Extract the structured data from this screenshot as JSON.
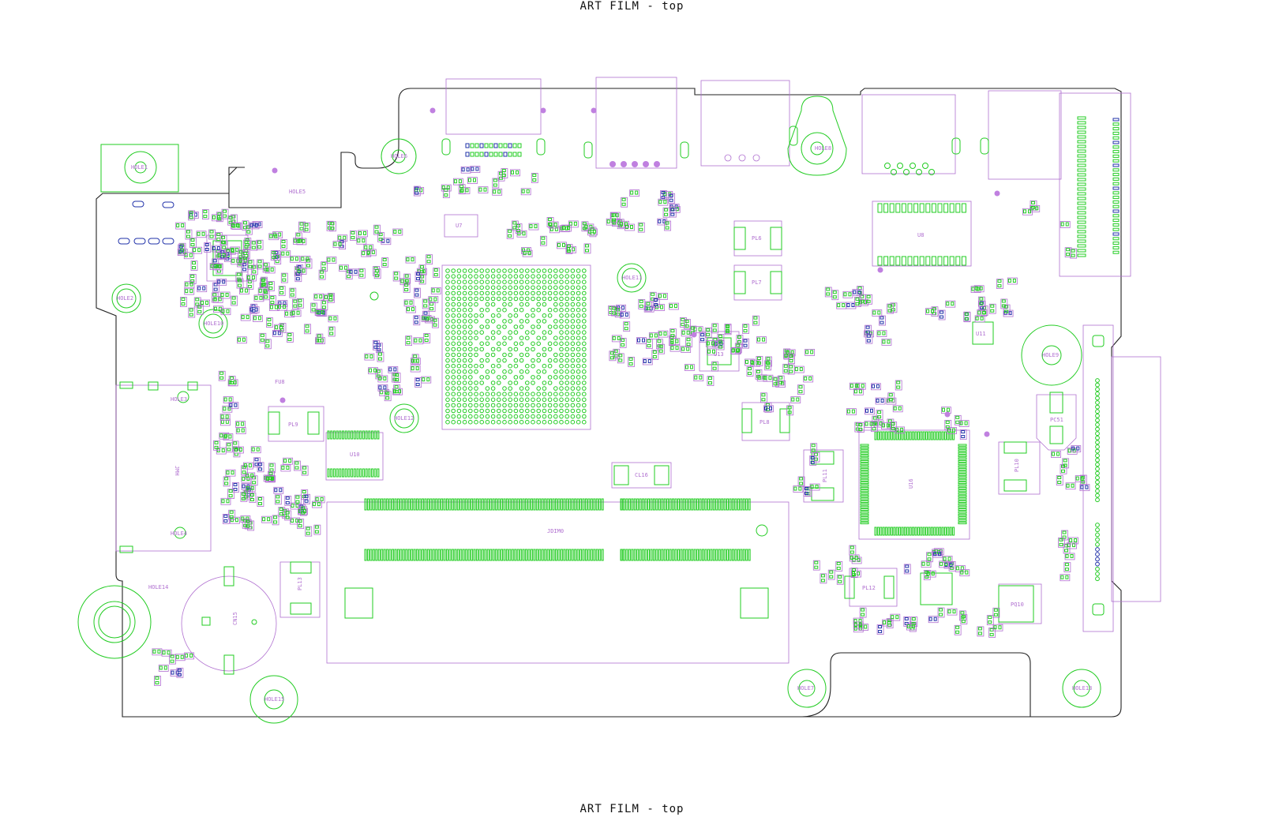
{
  "title_top": "ART FILM - top",
  "title_bottom": "ART FILM - top",
  "colors": {
    "outline": "#222222",
    "pad_green": "#22cc22",
    "silk_purple": "#b070d0",
    "pad_blue": "#2233aa"
  },
  "labels": {
    "u8": "U8",
    "u16": "U16",
    "u10": "U10",
    "u13": "U13",
    "u11": "U11",
    "u7": "U7",
    "jdimm": "JDIM0",
    "cl16": "CL16",
    "pl8": "PL8",
    "pl9": "PL9",
    "pl6": "PL6",
    "pl7": "PL7",
    "pl11": "PL11",
    "pl12": "PL12",
    "pl13": "PL13",
    "pl10": "PL10",
    "pc51": "PC51",
    "pq10": "PQ10",
    "cn15": "CN15",
    "jmh": "JMH",
    "fu8": "FU8",
    "hole1": "HOLE1",
    "hole2": "HOLE2",
    "hole3": "HOLE3",
    "hole4": "HOLE4",
    "hole5": "HOLE5",
    "hole6": "HOLE6",
    "hole7": "HOLE7",
    "hole8": "HOLE8",
    "hole9": "HOLE9",
    "hole10": "HOLE10",
    "hole11": "HOLE11",
    "hole12": "HOLE12",
    "hole13": "HOLE13",
    "hole14": "HOLE14",
    "hole15": "HOLE15"
  }
}
